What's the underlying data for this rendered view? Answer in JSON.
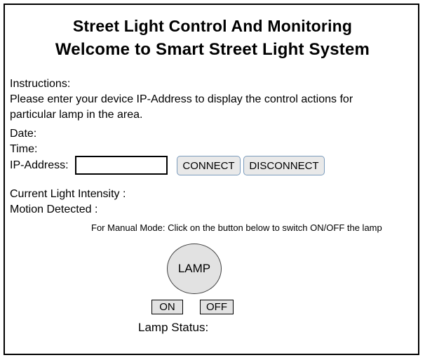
{
  "header": {
    "title": "Street Light Control And Monitoring",
    "subtitle": "Welcome to Smart Street Light System"
  },
  "instructions": {
    "heading": "Instructions:",
    "body_line1": "Please enter your device IP-Address to display the control actions for",
    "body_line2": "particular lamp in the area."
  },
  "connection": {
    "date_label": "Date:",
    "time_label": "Time:",
    "ip_label": "IP-Address:",
    "ip_value": "",
    "connect_label": "CONNECT",
    "disconnect_label": "DISCONNECT"
  },
  "status": {
    "light_intensity_label": "Current Light Intensity :",
    "motion_label": "Motion Detected :",
    "lamp_status_label": "Lamp Status:"
  },
  "manual": {
    "hint": "For Manual Mode: Click on the button below to switch ON/OFF the lamp",
    "lamp_label": "LAMP",
    "on_label": "ON",
    "off_label": "OFF"
  },
  "colors": {
    "window_border": "#000000",
    "background": "#ffffff",
    "text": "#000000",
    "connect_button_bg": "#e9e9e9",
    "connect_button_border": "#7b9cbd",
    "input_border": "#000000",
    "lamp_fill": "#e2e2e2",
    "lamp_border": "#3f3f3f",
    "onoff_button_bg": "#e2e2e2",
    "onoff_button_border": "#000000"
  }
}
